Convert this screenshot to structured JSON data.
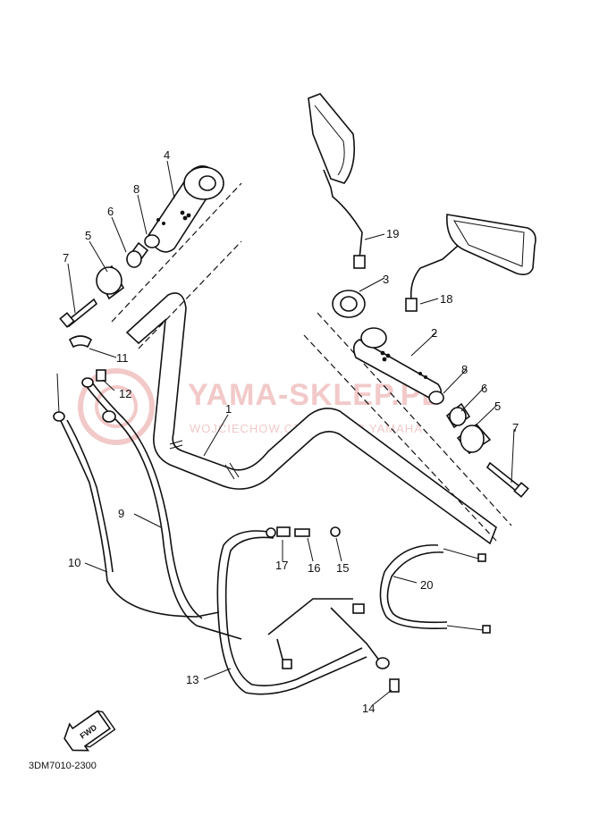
{
  "watermark": {
    "title": "YAMA-SKLEP.PL",
    "subtitle": "WOJCIECHOW.CZ | DEALER YAMAHA"
  },
  "diagram_code": "3DM7010-2300",
  "fwd_label": "FWD",
  "parts": {
    "p1": "1",
    "p2": "2",
    "p3": "3",
    "p4": "4",
    "p5a": "5",
    "p5b": "5",
    "p6a": "6",
    "p6b": "6",
    "p7a": "7",
    "p7b": "7",
    "p8a": "8",
    "p8b": "8",
    "p9": "9",
    "p10": "10",
    "p11": "11",
    "p12": "12",
    "p13": "13",
    "p14": "14",
    "p15": "15",
    "p16": "16",
    "p17": "17",
    "p18": "18",
    "p19": "19",
    "p20": "20"
  }
}
